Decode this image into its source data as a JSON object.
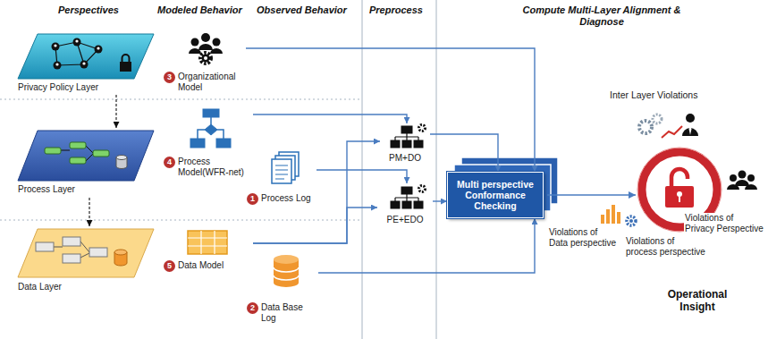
{
  "diagram": {
    "nodes": [
      {
        "text": [
          "Privacy Policy Layer"
        ]
      },
      {
        "text": [
          "Process Layer"
        ]
      },
      {
        "text": [
          "Data Layer"
        ]
      },
      {
        "text": [
          "3",
          "Organizational Model"
        ]
      },
      {
        "text": [
          "4",
          "Process Model(WFR-net)"
        ]
      },
      {
        "text": [
          "1",
          "Process Log"
        ]
      },
      {
        "text": [
          "5",
          "Data Model"
        ]
      },
      {
        "text": [
          "2",
          "Data Base Log"
        ]
      },
      {
        "text": [
          "PM+DO"
        ]
      },
      {
        "text": [
          "PE+EDO"
        ]
      },
      {
        "text": [
          "Multi perspective Conformance Checking"
        ]
      }
    ],
    "edges": [
      {
        "from": 0,
        "to": 1,
        "arrow": "to"
      },
      {
        "from": 1,
        "to": 2,
        "arrow": "to"
      },
      {
        "from": 3,
        "to": 10,
        "arrow": "to"
      },
      {
        "from": 4,
        "to": 8,
        "arrow": "to"
      },
      {
        "from": 5,
        "to": 9,
        "arrow": "to"
      },
      {
        "from": 6,
        "to": 8,
        "arrow": "to"
      },
      {
        "from": 6,
        "to": 9,
        "arrow": "to"
      },
      {
        "from": 8,
        "to": 10,
        "arrow": "to"
      },
      {
        "from": 9,
        "to": 10,
        "arrow": "to"
      },
      {
        "from": 7,
        "to": 10,
        "arrow": "to"
      }
    ],
    "labels": [
      "Perspectives",
      "Modeled Behavior",
      "Observed Behavior",
      "Preprocess",
      "Compute Multi-Layer Alignment & Diagnose",
      "Inter Layer Violations",
      "Violations of Data perspective",
      "Violations of Privacy Perspective",
      "Violations of process perspective",
      "Operational Insight"
    ]
  }
}
